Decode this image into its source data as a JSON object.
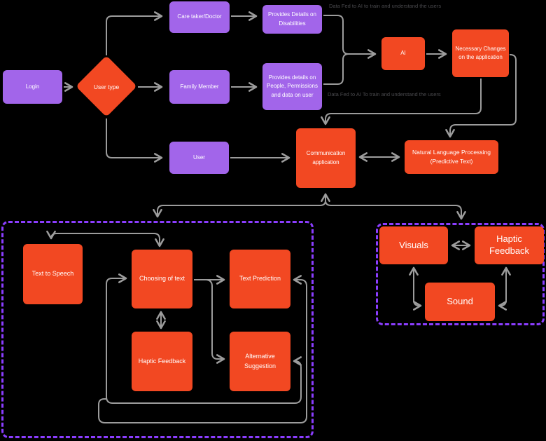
{
  "diagram": {
    "title": "Assistive communication application flowchart",
    "colors": {
      "background": "#000000",
      "purple_node": "#A265EA",
      "red_node": "#F24822",
      "dashed_border": "#8B3DFF",
      "connector": "#9C9C9C",
      "annotation_text": "#4A4A4E",
      "node_text": "#FFFFFF"
    }
  },
  "nodes": {
    "login": {
      "label": "Login"
    },
    "user_type": {
      "label": "User type"
    },
    "care_taker": {
      "label": "Care taker/Doctor"
    },
    "family_member": {
      "label": "Family Member"
    },
    "user": {
      "label": "User"
    },
    "provides_disabilities": {
      "label": "Provides Details on Disabilities"
    },
    "provides_people": {
      "label": "Provides details on People, Permissions and data on user"
    },
    "ai": {
      "label": "AI"
    },
    "necessary_changes": {
      "label": "Necessary Changes on the application"
    },
    "communication_app": {
      "label": "Communication application"
    },
    "nlp": {
      "label": "Natural Language Processing (Predictive Text)"
    },
    "text_to_speech": {
      "label": "Text to Speech"
    },
    "choosing_of_text": {
      "label": "Choosing of text"
    },
    "text_prediction": {
      "label": "Text Prediction"
    },
    "haptic_feedback_left": {
      "label": "Haptic Feedback"
    },
    "alternative_suggestion": {
      "label": "Alternative Suggestion"
    },
    "visuals": {
      "label": "Visuals"
    },
    "haptic_feedback_right": {
      "label": "Haptic Feedback"
    },
    "sound": {
      "label": "Sound"
    }
  },
  "annotations": {
    "top": "Data Fed to AI to train and understand the users",
    "bottom": "Data Fed to AI To train and understand the users"
  }
}
